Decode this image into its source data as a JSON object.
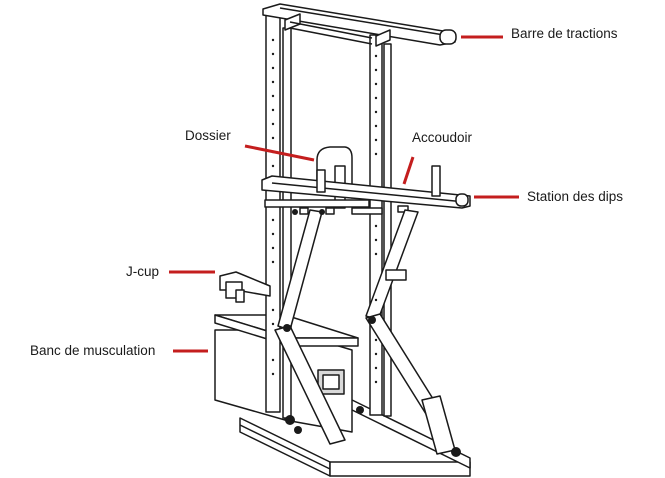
{
  "labels": {
    "pullup_bar": "Barre de tractions",
    "backrest": "Dossier",
    "armrest": "Accoudoir",
    "dip_station": "Station des dips",
    "j_cup": "J-cup",
    "weight_bench": "Banc de musculation"
  },
  "colors": {
    "pointer": "#c41e1e",
    "outline": "#1a1a1a",
    "fill": "#ffffff",
    "shade": "#d9d9d9"
  }
}
